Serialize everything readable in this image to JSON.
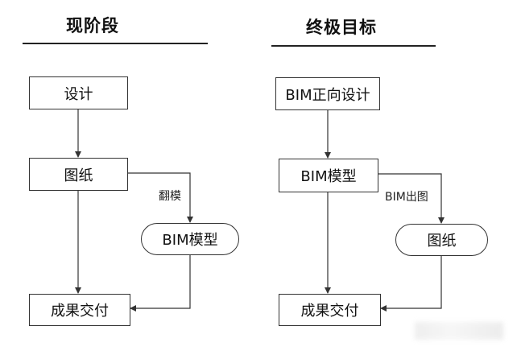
{
  "left": {
    "heading": "现阶段",
    "nodes": {
      "design": "设计",
      "drawing": "图纸",
      "bim_model": "BIM模型",
      "delivery": "成果交付"
    },
    "edge_label": "翻模"
  },
  "right": {
    "heading": "终极目标",
    "nodes": {
      "design": "BIM正向设计",
      "bim_model": "BIM模型",
      "drawing": "图纸",
      "delivery": "成果交付"
    },
    "edge_label": "BIM出图"
  },
  "colors": {
    "line": "#333333",
    "text": "#111111"
  }
}
